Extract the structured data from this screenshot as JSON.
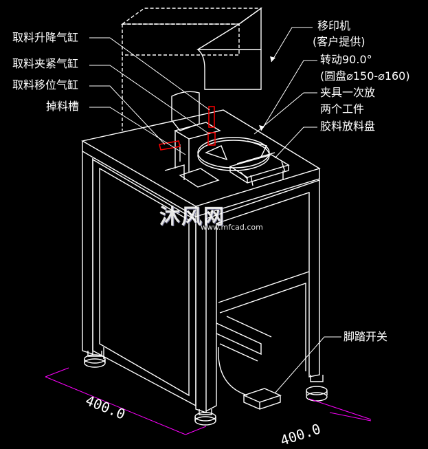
{
  "labels": {
    "quliao_shengjiang": "取料升降气缸",
    "quliao_jiajin": "取料夹紧气缸",
    "quliao_yiwei": "取料移位气缸",
    "diaoliao_cao": "掉料槽",
    "yiyinji_1": "移印机",
    "yiyinji_2": "(客户提供)",
    "zhuandong_1": "转动90.0°",
    "zhuandong_2": "(圆盘⌀150-⌀160)",
    "jiaju_1": "夹具一次放",
    "jiaju_2": "两个工件",
    "jiaoliao_panl": "胶料放料盘",
    "jiaota_kaiguan": "脚踏开关"
  },
  "dimensions": {
    "width_dim": "400.0",
    "depth_dim": "400.0"
  },
  "watermark": {
    "main": "沐风网",
    "sub": "www.mfcad.com"
  },
  "colors": {
    "background": "#000000",
    "lines": "#ffffff",
    "dimension": "#ff00ff",
    "cylinder": "#ff0000"
  }
}
